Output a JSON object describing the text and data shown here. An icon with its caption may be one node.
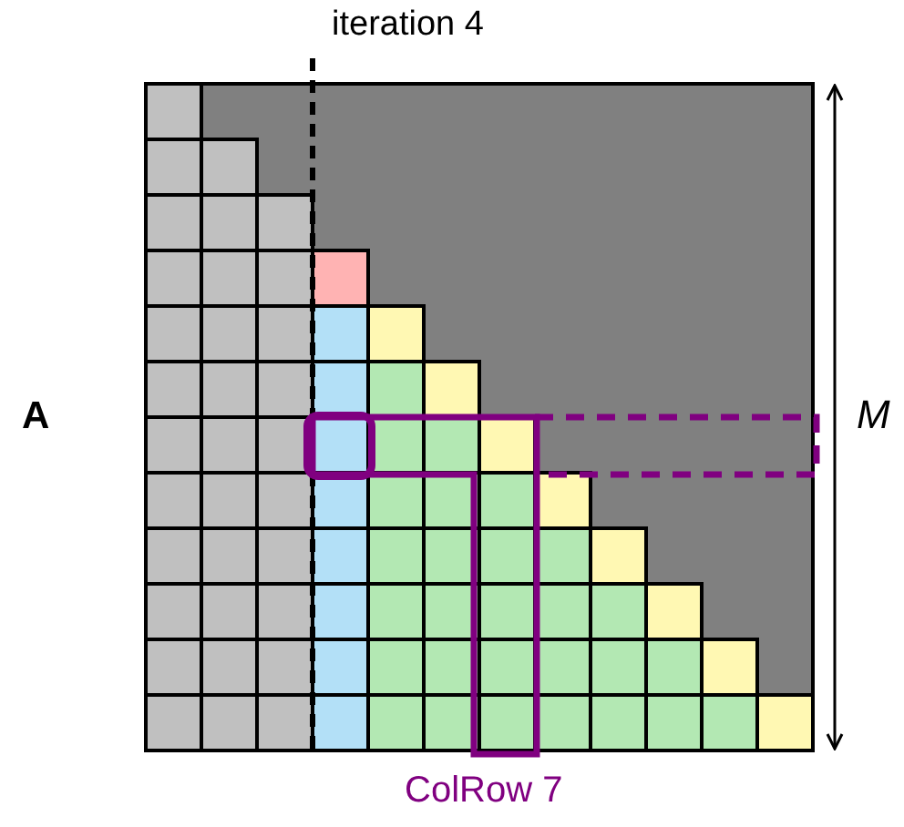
{
  "diagram": {
    "labels": [
      "iteration 4",
      "A",
      "M",
      "ColRow 7"
    ]
  }
}
